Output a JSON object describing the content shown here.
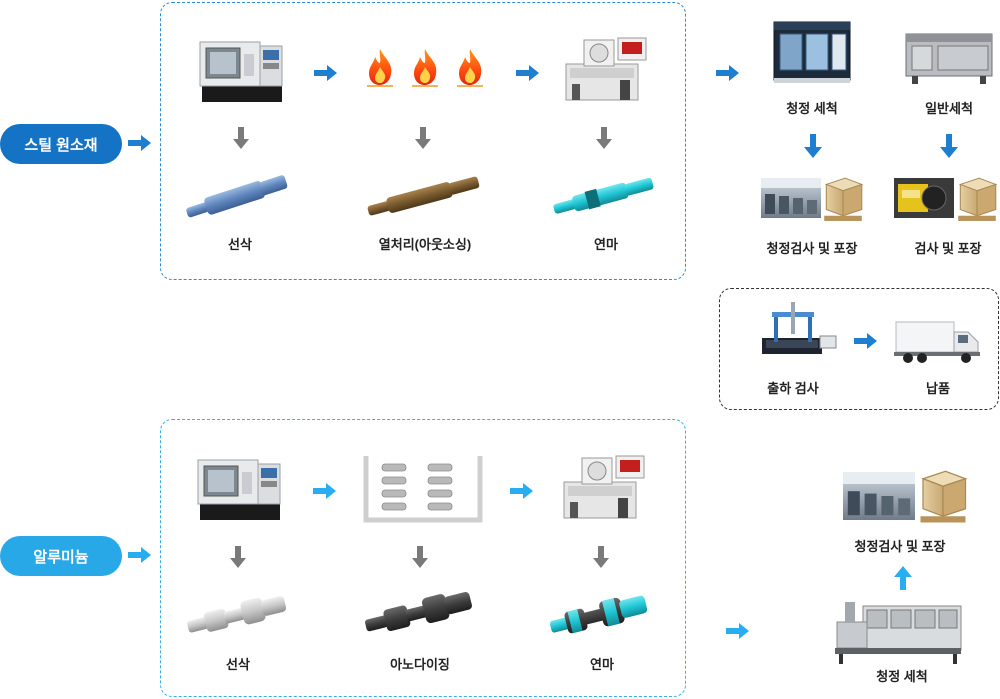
{
  "steel": {
    "material_label": "스틸 원소재",
    "steps": [
      "선삭",
      "열처리(아웃소싱)",
      "연마"
    ],
    "cleaning": [
      "청정 세척",
      "일반세척"
    ],
    "packing": [
      "청정검사 및 포장",
      "검사 및 포장"
    ]
  },
  "shipping": {
    "inspection_label": "출하 검사",
    "delivery_label": "납품"
  },
  "aluminum": {
    "material_label": "알루미늄",
    "steps": [
      "선삭",
      "아노다이징",
      "연마"
    ],
    "packing_label": "청정검사 및 포장",
    "cleaning_label": "청정 세척"
  },
  "colors": {
    "steel_pill": "#1473c4",
    "aluminum_pill": "#29a8e8",
    "steel_arrow": "#1e7ed0",
    "aluminum_arrow": "#28aef0",
    "down_arrow": "#7a7a7a",
    "steel_box_border": "#2e8bd6",
    "aluminum_box_border": "#36b1e8",
    "shipping_box_border": "#333333"
  }
}
